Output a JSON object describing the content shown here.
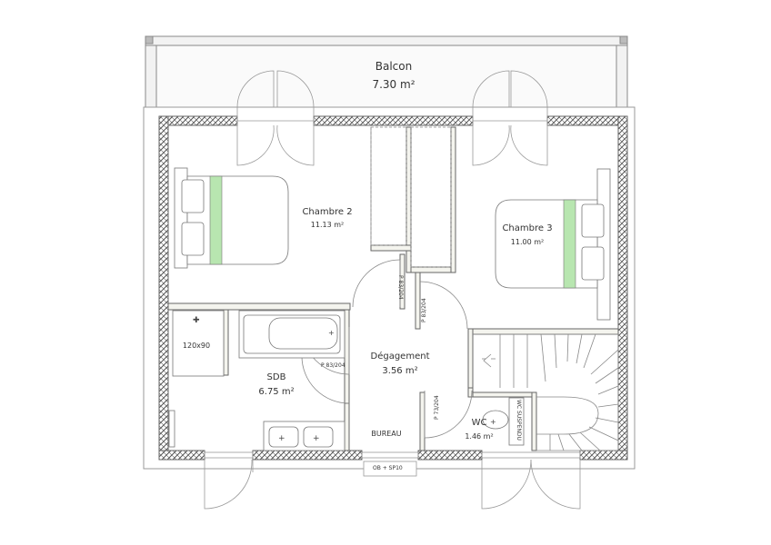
{
  "rooms": {
    "balcon": {
      "name": "Balcon",
      "area": "7.30 m²"
    },
    "chambre2": {
      "name": "Chambre 2",
      "area": "11.13 m²"
    },
    "chambre3": {
      "name": "Chambre 3",
      "area": "11.00 m²"
    },
    "sdb": {
      "name": "SDB",
      "area": "6.75 m²"
    },
    "degagement": {
      "name": "Dégagement",
      "area": "3.56 m²"
    },
    "wc": {
      "name": "WC",
      "area": "1.46 m²"
    },
    "bureau": {
      "name": "BUREAU"
    }
  },
  "annotations": {
    "shower": "120x90",
    "door_bath": "P 83/204",
    "door_ch2": "P 83/204",
    "door_ch3": "P 83/204",
    "door_wc": "P 73/204",
    "wc_suspendu": "WC SUSPENDU",
    "window_bottom": "OB + SP10"
  },
  "colors": {
    "wall": "#6b6b6b",
    "insulation": "#e0e0e0",
    "line": "#888888",
    "accent": "#b8e6b0"
  }
}
